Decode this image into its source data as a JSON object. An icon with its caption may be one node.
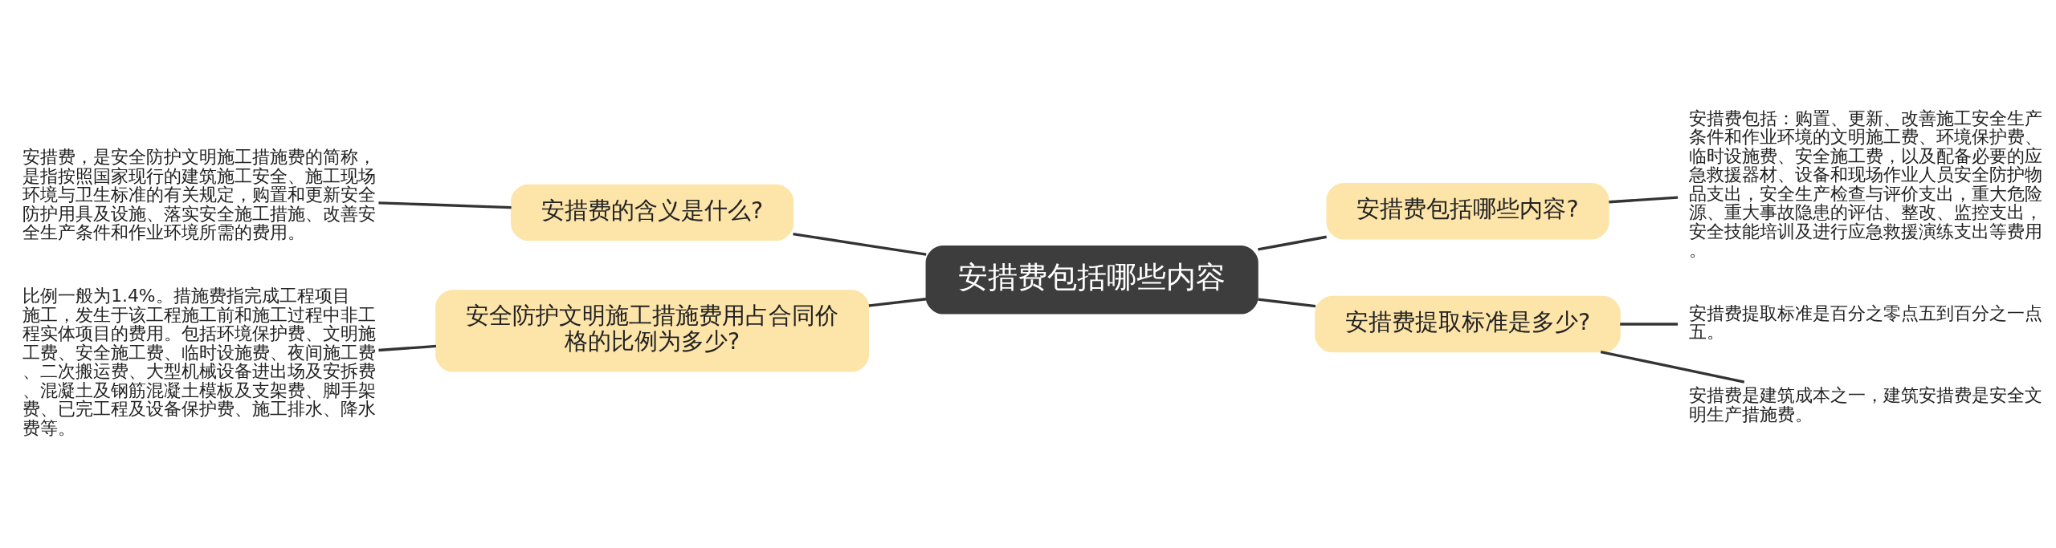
{
  "diagram": {
    "nodes": [
      {
        "text": [
          "安措费包括哪些内容"
        ]
      },
      {
        "text": [
          "安措费的含义是什么?"
        ]
      },
      {
        "text": [
          "安措费，是安全防护文明施工措施费的简称，是指按照国家现行的建筑施工安全、施工现场环境与卫生标准的有关规定，购置和更新安全防护用具及设施、落实安全施工措施、改善安全生产条件和作业环境所需的费用。"
        ]
      },
      {
        "text": [
          "安全防护文明施工措施费用占合同价格的比例为多少?"
        ]
      },
      {
        "text": [
          "比例一般为1.4%。措施费指完成工程项目施工，发生于该工程施工前和施工过程中非工程实体项目的费用。包括环境保护费、文明施工费、安全施工费、临时设施费、夜间施工费、二次搬运费、大型机械设备进出场及安拆费、混凝土及钢筋混凝土模板及支架费、脚手架费、已完工程及设备保护费、施工排水、降水费等。"
        ]
      },
      {
        "text": [
          "安措费包括哪些内容?"
        ]
      },
      {
        "text": [
          "安措费包括：购置、更新、改善施工安全生产条件和作业环境的文明施工费、环境保护费、临时设施费、安全施工费，以及配备必要的应急救援器材、设备和现场作业人员安全防护物品支出，安全生产检查与评价支出，重大危险源、重大事故隐患的评估、整改、监控支出，安全技能培训及进行应急救援演练支出等费用。"
        ]
      },
      {
        "text": [
          "安措费提取标准是多少?"
        ]
      },
      {
        "text": [
          "安措费提取标准是百分之零点五到百分之一点五。"
        ]
      },
      {
        "text": [
          "安措费是建筑成本之一，建筑安措费是安全文明生产措施费。"
        ]
      }
    ],
    "edges": [
      {
        "from": 0,
        "to": 1,
        "arrow": "none"
      },
      {
        "from": 1,
        "to": 2,
        "arrow": "none"
      },
      {
        "from": 0,
        "to": 3,
        "arrow": "none"
      },
      {
        "from": 3,
        "to": 4,
        "arrow": "none"
      },
      {
        "from": 0,
        "to": 5,
        "arrow": "none"
      },
      {
        "from": 5,
        "to": 6,
        "arrow": "none"
      },
      {
        "from": 0,
        "to": 7,
        "arrow": "none"
      },
      {
        "from": 7,
        "to": 8,
        "arrow": "none"
      },
      {
        "from": 7,
        "to": 9,
        "arrow": "none"
      }
    ]
  }
}
